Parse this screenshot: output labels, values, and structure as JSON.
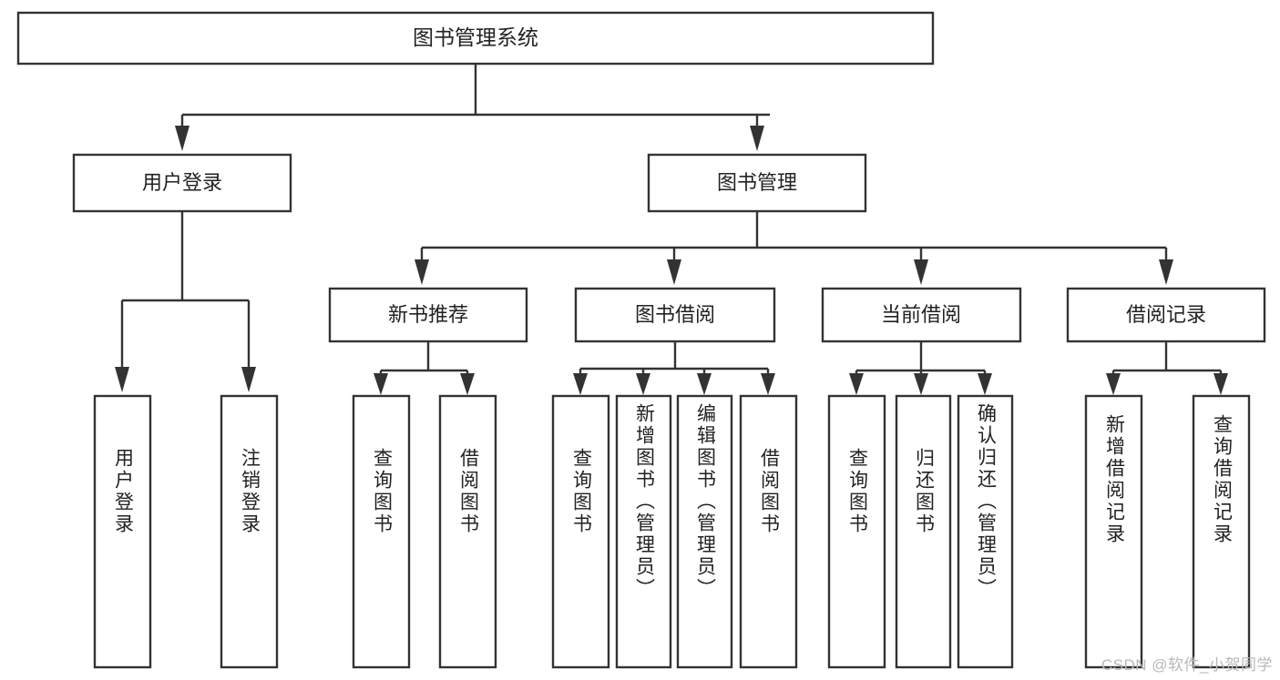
{
  "diagram": {
    "type": "hierarchy-tree",
    "title_node": {
      "label": "图书管理系统"
    },
    "level2": [
      {
        "label": "用户登录"
      },
      {
        "label": "图书管理"
      }
    ],
    "level3": [
      {
        "label": "新书推荐"
      },
      {
        "label": "图书借阅"
      },
      {
        "label": "当前借阅"
      },
      {
        "label": "借阅记录"
      }
    ],
    "leaves": {
      "user_login": [
        {
          "label": "用户登录"
        },
        {
          "label": "注销登录"
        }
      ],
      "new_book": [
        {
          "label": "查询图书"
        },
        {
          "label": "借阅图书"
        }
      ],
      "book_borrow": [
        {
          "label": "查询图书"
        },
        {
          "label": "新增图书（管理员）"
        },
        {
          "label": "编辑图书（管理员）"
        },
        {
          "label": "借阅图书"
        }
      ],
      "current_borrow": [
        {
          "label": "查询图书"
        },
        {
          "label": "归还图书"
        },
        {
          "label": "确认归还（管理员）"
        }
      ],
      "borrow_record": [
        {
          "label": "新增借阅记录"
        },
        {
          "label": "查询借阅记录"
        }
      ]
    }
  },
  "watermark": {
    "text": "CSDN @软件_小贺同学"
  },
  "colors": {
    "stroke": "#333333",
    "box_fill": "#ffffff",
    "text": "#222222",
    "watermark": "#b8b8b8",
    "background": "#ffffff"
  }
}
